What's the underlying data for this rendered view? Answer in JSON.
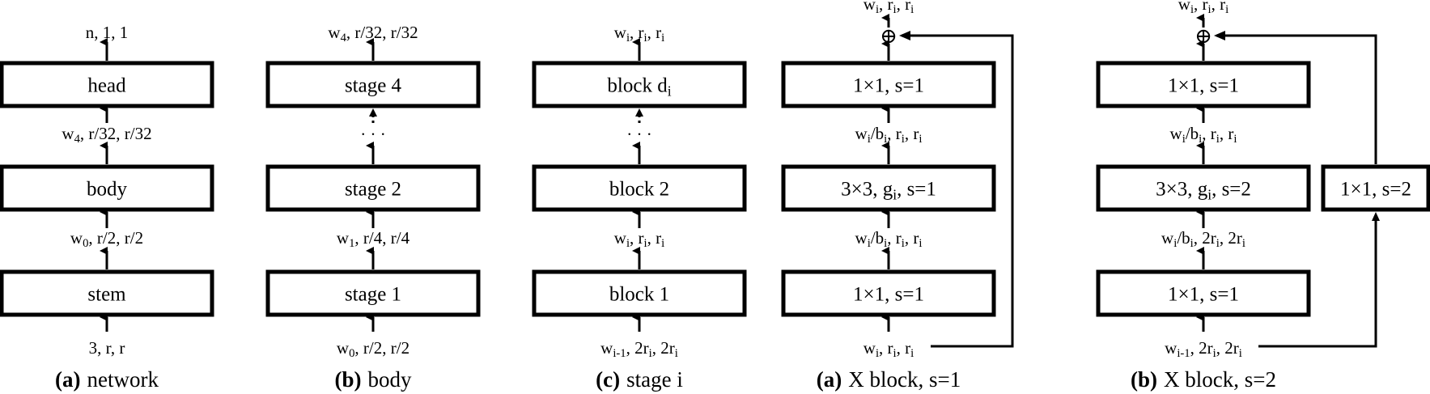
{
  "panels": [
    {
      "id": "network",
      "caption": {
        "tag": "(a)",
        "text": "network"
      },
      "boxes": [
        "head",
        "body",
        "stem"
      ],
      "labels": {
        "top": [
          {
            "t": "n, 1, 1"
          }
        ],
        "between_1_2": [
          {
            "t": "w"
          },
          {
            "t": "4",
            "sub": true
          },
          {
            "t": ", r/32, r/32"
          }
        ],
        "between_2_3": [
          {
            "t": "w"
          },
          {
            "t": "0",
            "sub": true
          },
          {
            "t": ", r/2, r/2"
          }
        ],
        "bottom": [
          {
            "t": "3, r, r"
          }
        ]
      }
    },
    {
      "id": "body",
      "caption": {
        "tag": "(b)",
        "text": "body"
      },
      "boxes": [
        "stage 4",
        "stage 2",
        "stage 1"
      ],
      "ellipsis": "· · ·",
      "labels": {
        "top": [
          {
            "t": "w"
          },
          {
            "t": "4",
            "sub": true
          },
          {
            "t": ", r/32, r/32"
          }
        ],
        "between_2_3": [
          {
            "t": "w"
          },
          {
            "t": "1",
            "sub": true
          },
          {
            "t": ", r/4, r/4"
          }
        ],
        "bottom": [
          {
            "t": "w"
          },
          {
            "t": "0",
            "sub": true
          },
          {
            "t": ", r/2, r/2"
          }
        ]
      }
    },
    {
      "id": "stage",
      "caption": {
        "tag": "(c)",
        "text": "stage i"
      },
      "boxes": [
        [
          {
            "t": "block d"
          },
          {
            "t": "i",
            "sub": true
          }
        ],
        [
          {
            "t": "block 2"
          }
        ],
        [
          {
            "t": "block 1"
          }
        ]
      ],
      "ellipsis": "· · ·",
      "labels": {
        "top": [
          {
            "t": "w"
          },
          {
            "t": "i",
            "sub": true
          },
          {
            "t": ", r"
          },
          {
            "t": "i",
            "sub": true
          },
          {
            "t": ", r"
          },
          {
            "t": "i",
            "sub": true
          }
        ],
        "between_2_3": [
          {
            "t": "w"
          },
          {
            "t": "i",
            "sub": true
          },
          {
            "t": ", r"
          },
          {
            "t": "i",
            "sub": true
          },
          {
            "t": ", r"
          },
          {
            "t": "i",
            "sub": true
          }
        ],
        "bottom": [
          {
            "t": "w"
          },
          {
            "t": "i-1",
            "sub": true
          },
          {
            "t": ", 2r"
          },
          {
            "t": "i",
            "sub": true
          },
          {
            "t": ", 2r"
          },
          {
            "t": "i",
            "sub": true
          }
        ]
      }
    },
    {
      "id": "xblock_s1",
      "caption": {
        "tag": "(a)",
        "text": "X block, s=1"
      },
      "boxes": [
        [
          {
            "t": "1×1, s=1"
          }
        ],
        [
          {
            "t": "3×3, g"
          },
          {
            "t": "i",
            "sub": true
          },
          {
            "t": ", s=1"
          }
        ],
        [
          {
            "t": "1×1, s=1"
          }
        ]
      ],
      "sum_symbol": "⊕",
      "labels": {
        "top": [
          {
            "t": "w"
          },
          {
            "t": "i",
            "sub": true
          },
          {
            "t": ", r"
          },
          {
            "t": "i",
            "sub": true
          },
          {
            "t": ", r"
          },
          {
            "t": "i",
            "sub": true
          }
        ],
        "between_1_2": [
          {
            "t": "w"
          },
          {
            "t": "i",
            "sub": true
          },
          {
            "t": "/b"
          },
          {
            "t": "i",
            "sub": true
          },
          {
            "t": ", r"
          },
          {
            "t": "i",
            "sub": true
          },
          {
            "t": ", r"
          },
          {
            "t": "i",
            "sub": true
          }
        ],
        "between_2_3": [
          {
            "t": "w"
          },
          {
            "t": "i",
            "sub": true
          },
          {
            "t": "/b"
          },
          {
            "t": "i",
            "sub": true
          },
          {
            "t": ", r"
          },
          {
            "t": "i",
            "sub": true
          },
          {
            "t": ", r"
          },
          {
            "t": "i",
            "sub": true
          }
        ],
        "bottom": [
          {
            "t": "w"
          },
          {
            "t": "i",
            "sub": true
          },
          {
            "t": ", r"
          },
          {
            "t": "i",
            "sub": true
          },
          {
            "t": ", r"
          },
          {
            "t": "i",
            "sub": true
          }
        ]
      }
    },
    {
      "id": "xblock_s2",
      "caption": {
        "tag": "(b)",
        "text": "X block, s=2"
      },
      "boxes": [
        [
          {
            "t": "1×1, s=1"
          }
        ],
        [
          {
            "t": "3×3, g"
          },
          {
            "t": "i",
            "sub": true
          },
          {
            "t": ", s=2"
          }
        ],
        [
          {
            "t": "1×1, s=1"
          }
        ]
      ],
      "shortcut_box": [
        {
          "t": "1×1, s=2"
        }
      ],
      "sum_symbol": "⊕",
      "labels": {
        "top": [
          {
            "t": "w"
          },
          {
            "t": "i",
            "sub": true
          },
          {
            "t": ", r"
          },
          {
            "t": "i",
            "sub": true
          },
          {
            "t": ", r"
          },
          {
            "t": "i",
            "sub": true
          }
        ],
        "between_1_2": [
          {
            "t": "w"
          },
          {
            "t": "i",
            "sub": true
          },
          {
            "t": "/b"
          },
          {
            "t": "i",
            "sub": true
          },
          {
            "t": ", r"
          },
          {
            "t": "i",
            "sub": true
          },
          {
            "t": ", r"
          },
          {
            "t": "i",
            "sub": true
          }
        ],
        "between_2_3": [
          {
            "t": "w"
          },
          {
            "t": "i",
            "sub": true
          },
          {
            "t": "/b"
          },
          {
            "t": "i",
            "sub": true
          },
          {
            "t": ", 2r"
          },
          {
            "t": "i",
            "sub": true
          },
          {
            "t": ", 2r"
          },
          {
            "t": "i",
            "sub": true
          }
        ],
        "bottom": [
          {
            "t": "w"
          },
          {
            "t": "i-1",
            "sub": true
          },
          {
            "t": ", 2r"
          },
          {
            "t": "i",
            "sub": true
          },
          {
            "t": ", 2r"
          },
          {
            "t": "i",
            "sub": true
          }
        ]
      }
    }
  ],
  "colors": {
    "stroke": "#000000",
    "background": "#ffffff"
  }
}
